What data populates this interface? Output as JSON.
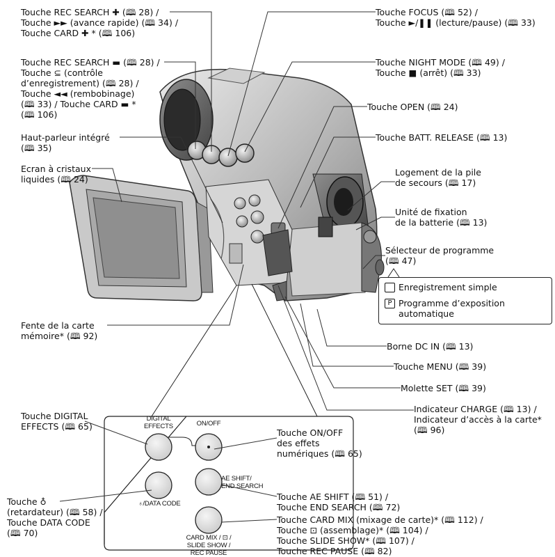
{
  "labels": {
    "rec_search_plus": "Touche REC SEARCH ✚ (🕮 28) /\nTouche ►► (avance rapide) (🕮 34) /\nTouche CARD ✚ * (🕮 106)",
    "rec_search_minus": "Touche REC SEARCH ▬ (🕮 28) /\nTouche ⊆ (contrôle\nd’enregistrement) (🕮 28) /\nTouche ◄◄ (rembobinage)\n(🕮 33) / Touche CARD ▬ *\n(🕮 106)",
    "speaker": "Haut-parleur intégré\n(🕮 35)",
    "lcd": "Ecran à cristaux\nliquides (🕮 24)",
    "card_slot": "Fente de la carte\nmémoire* (🕮 92)",
    "focus": "Touche FOCUS (🕮 52) /\nTouche ►/❚❚ (lecture/pause) (🕮 33)",
    "night_mode": "Touche NIGHT MODE (🕮 49) /\nTouche ■ (arrêt) (🕮 33)",
    "open": "Touche OPEN (🕮 24)",
    "batt_release": "Touche BATT. RELEASE (🕮 13)",
    "backup_battery": "Logement de la pile\nde secours (🕮 17)",
    "battery_unit": "Unité de fixation\nde la batterie (🕮 13)",
    "program_selector": "Sélecteur de programme\n(🕮 47)",
    "dc_in": "Borne DC IN (🕮 13)",
    "menu": "Touche MENU (🕮 39)",
    "set_dial": "Molette SET (🕮 39)",
    "charge": "Indicateur CHARGE (🕮 13) /\nIndicateur d’accès à la carte*\n(🕮 96)",
    "digital_effects": "Touche DIGITAL\nEFFECTS (🕮 65)",
    "on_off": "Touche ON/OFF\ndes effets\nnumériques (🕮 65)",
    "self_timer": "Touche ♁\n(retardateur) (🕮 58) /\nTouche DATA CODE\n(🕮 70)",
    "ae_shift": "Touche AE SHIFT (🕮 51) /\nTouche END SEARCH (🕮 72)",
    "card_mix": "Touche CARD MIX (mixage de carte)* (🕮 112) /\nTouche ⊡ (assemblage)* (🕮 104) /\nTouche SLIDE SHOW* (🕮 107) /\nTouche REC PAUSE (🕮 82)"
  },
  "legend": {
    "simple_icon": "",
    "simple": "Enregistrement simple",
    "program_icon": "P",
    "program": "Programme d’exposition\nautomatique"
  },
  "panel_text": {
    "digital_effects": "DIGITAL\nEFFECTS",
    "on_off": "ON/OFF",
    "ae_shift": "AE SHIFT/\nEND SEARCH",
    "data_code": "♁/DATA CODE",
    "card_mix": "CARD MIX / ⊡ /\nSLIDE SHOW /\nREC PAUSE"
  }
}
